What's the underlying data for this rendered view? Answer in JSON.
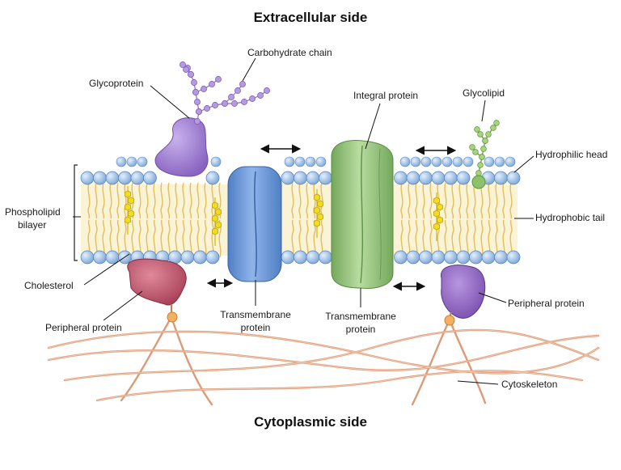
{
  "diagram": {
    "title_top": "Extracellular side",
    "title_bottom": "Cytoplasmic side",
    "labels": {
      "carbohydrate_chain": "Carbohydrate chain",
      "glycoprotein": "Glycoprotein",
      "integral_protein": "Integral  protein",
      "glycolipid": "Glycolipid",
      "hydrophilic_head": "Hydrophilic head",
      "phospholipid_bilayer_1": "Phospholipid",
      "phospholipid_bilayer_2": "bilayer",
      "hydrophobic_tail": "Hydrophobic tail",
      "cholesterol": "Cholesterol",
      "peripheral_protein_left": "Peripheral protein",
      "transmembrane_left_1": "Transmembrane",
      "transmembrane_left_2": "protein",
      "transmembrane_right_1": "Transmembrane",
      "transmembrane_right_2": "protein",
      "peripheral_protein_right": "Peripheral protein",
      "cytoskeleton": "Cytoskeleton"
    },
    "colors": {
      "head": "#9cc2ea",
      "tail": "#e8c76a",
      "bilayer_fill": "#fbf3d6",
      "glycoprotein": "#a98ad8",
      "carbohydrate": "#b49ae0",
      "blue_protein": "#6e9ad8",
      "green_protein": "#9cc487",
      "glycolipid_chain": "#9fd073",
      "cholesterol": "#f0d820",
      "red_protein": "#c45c72",
      "purple_protein": "#9a70c6",
      "cytoskeleton": "#e0a07e"
    }
  }
}
